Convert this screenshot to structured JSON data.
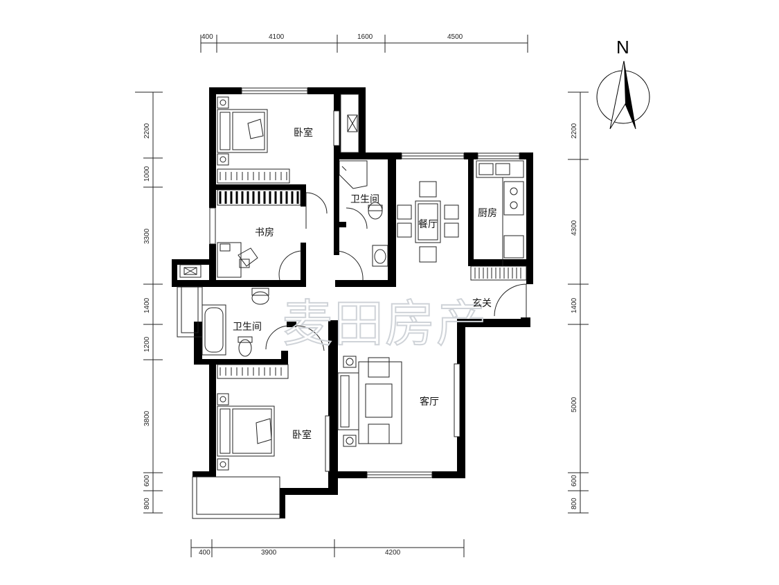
{
  "rooms": {
    "bedroom_top": "卧室",
    "study": "书房",
    "bathroom_top": "卫生间",
    "dining": "餐厅",
    "kitchen": "厨房",
    "entry": "玄关",
    "bathroom_bottom": "卫生间",
    "living": "客厅",
    "bedroom_bottom": "卧室"
  },
  "dimensions": {
    "top": [
      "400",
      "4100",
      "1600",
      "4500"
    ],
    "bottom": [
      "400",
      "3900",
      "4200"
    ],
    "left": [
      "2200",
      "1000",
      "3300",
      "1400",
      "1200",
      "3800",
      "600",
      "800"
    ],
    "right": [
      "2200",
      "4300",
      "1400",
      "5000",
      "600",
      "800"
    ]
  },
  "compass": {
    "label": "N"
  },
  "watermark": {
    "text": "麦田房产"
  },
  "colors": {
    "wall": "#000000",
    "line": "#222222",
    "watermark": "#cfd3d8"
  }
}
